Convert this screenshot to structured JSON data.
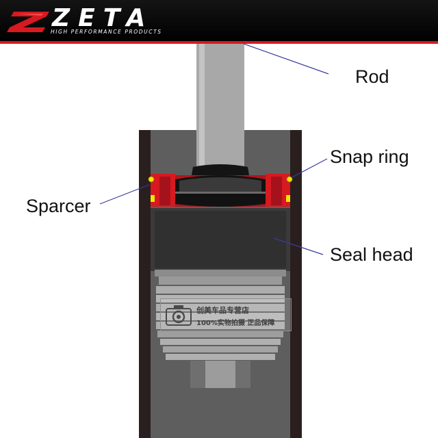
{
  "header": {
    "brand": "ZETA",
    "tagline": "HIGH PERFORMANCE PRODUCTS",
    "logo": "zeta-z-logo",
    "brand_color": "#d71920"
  },
  "diagram": {
    "callouts": {
      "rod": "Rod",
      "snap_ring": "Snap ring",
      "sparcer": "Sparcer",
      "seal_head": "Seal head"
    },
    "colors": {
      "body": "#5e5e5e",
      "tube_wall": "#2a1f1f",
      "rod": "#a8a8a8",
      "seal_head": "#3a3a3a",
      "spacer": "#d71920",
      "snap_ring_dot": "#f2e600",
      "leader_line": "#3a3aa0"
    }
  },
  "watermark": {
    "icon": "camera-icon",
    "line1": "创美车品专营店",
    "line2": "100%实物拍摄  正品保障"
  }
}
